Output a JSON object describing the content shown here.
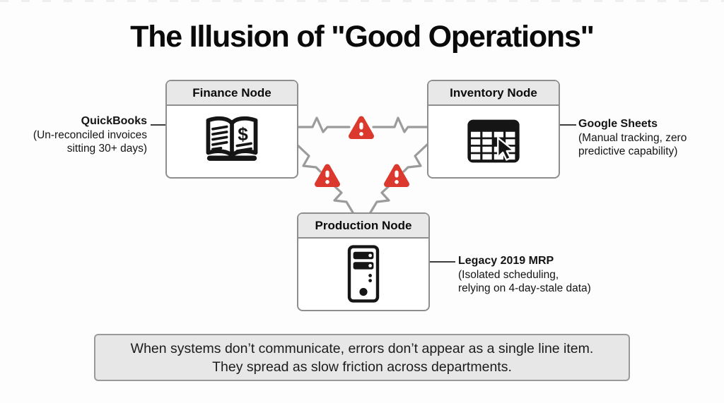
{
  "slide": {
    "title": "The Illusion of \"Good Operations\"",
    "banner": {
      "line1": "When systems don’t communicate, errors don’t appear as a single line item.",
      "line2": "They spread as slow friction across departments."
    }
  },
  "nodes": {
    "finance": {
      "header": "Finance Node",
      "icon": "ledger-book-icon",
      "icon_glyph": "$",
      "callout": {
        "title": "QuickBooks",
        "line1": "(Un-reconciled invoices",
        "line2": "sitting 30+ days)"
      }
    },
    "inventory": {
      "header": "Inventory Node",
      "icon": "spreadsheet-cursor-icon",
      "callout": {
        "title": "Google Sheets",
        "line1": "(Manual tracking, zero",
        "line2": "predictive capability)"
      }
    },
    "production": {
      "header": "Production Node",
      "icon": "server-tower-icon",
      "callout": {
        "title": "Legacy 2019 MRP",
        "line1": "(Isolated scheduling,",
        "line2": "relying on 4-day-stale data)"
      }
    }
  },
  "warnings": {
    "icon": "warning-triangle-icon",
    "count": 3
  },
  "colors": {
    "warning_red": "#DB392E",
    "connector_gray": "#9B9B9B",
    "node_border_gray": "#8E8E8E",
    "header_fill": "#E8E8E8",
    "banner_fill": "#E7E7E7",
    "text_black": "#111111"
  }
}
